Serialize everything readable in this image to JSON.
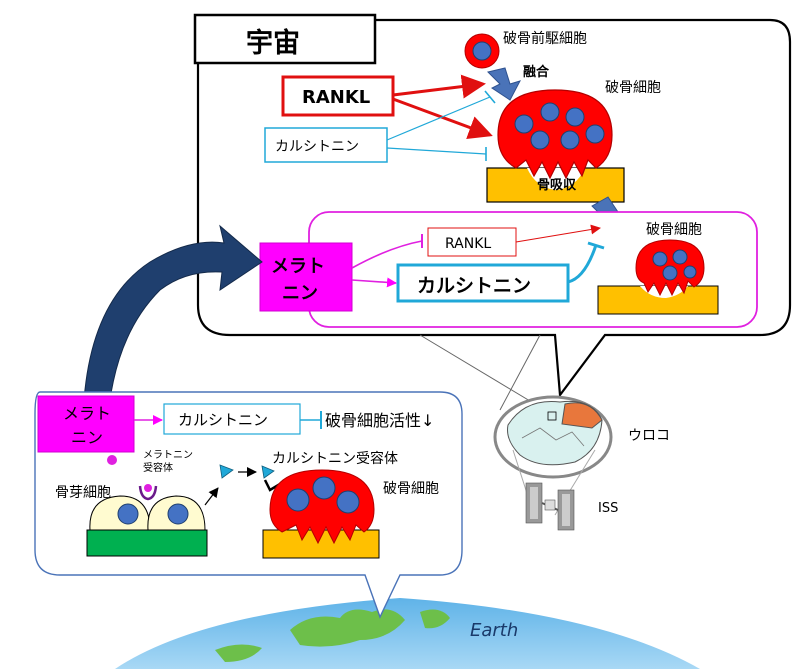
{
  "space_panel": {
    "title": "宇宙",
    "precursor_label": "破骨前駆細胞",
    "fusion_label": "融合",
    "osteoclast_label": "破骨細胞",
    "rankl_label": "RANKL",
    "calcitonin_label": "カルシトニン",
    "resorption_label": "骨吸収",
    "melatonin_label_line1": "メラト",
    "melatonin_label_line2": "ニン",
    "inner_rankl_label": "RANKL",
    "inner_calcitonin_label": "カルシトニン",
    "inner_osteoclast_label": "破骨細胞"
  },
  "earth_panel": {
    "melatonin_label_line1": "メラト",
    "melatonin_label_line2": "ニン",
    "calcitonin_label": "カルシトニン",
    "activity_label": "破骨細胞活性↓",
    "melatonin_receptor_line1": "メラトニン",
    "melatonin_receptor_line2": "受容体",
    "osteoblast_label": "骨芽細胞",
    "calcitonin_receptor_label": "カルシトニン受容体",
    "osteoclast_label": "破骨細胞"
  },
  "scale_label": "ウロコ",
  "iss_label": "ISS",
  "earth_label": "Earth",
  "colors": {
    "rankl_red": "#e01010",
    "calcitonin_blue": "#20a8d8",
    "melatonin_magenta": "#ff00ff",
    "cell_red": "#ff0000",
    "nucleus_blue": "#4472c4",
    "bone_orange": "#ffc000",
    "arrow_navy": "#1f3f6e"
  }
}
